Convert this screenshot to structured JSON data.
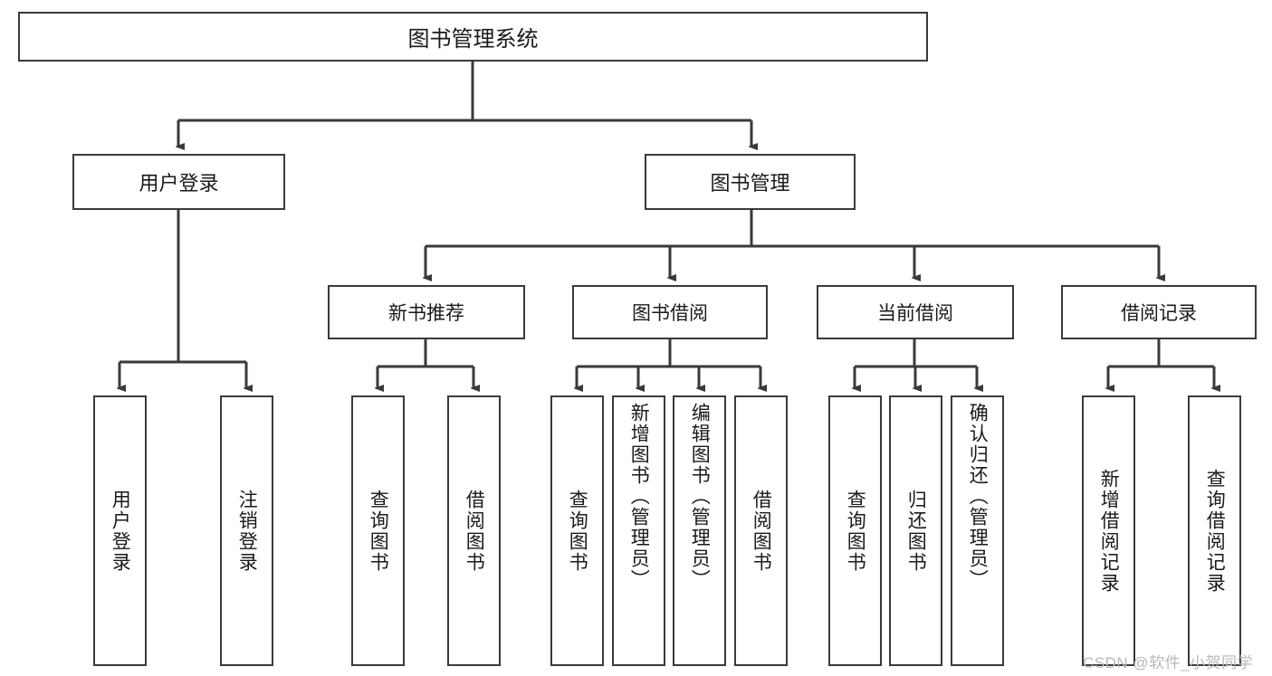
{
  "diagram": {
    "title": "图书管理系统",
    "type": "hierarchy-tree",
    "watermark": "CSDN @软件_小贺同学",
    "colors": {
      "box_border": "#3a3a3a",
      "box_fill": "#ffffff",
      "connector": "#3a3a3a",
      "text": "#1a1a1a",
      "watermark": "#b9b9b9",
      "background": "#ffffff"
    },
    "nodes": {
      "root": {
        "label": "图书管理系统"
      },
      "level1": [
        {
          "label": "用户登录"
        },
        {
          "label": "图书管理"
        }
      ],
      "level2": [
        {
          "label": "新书推荐"
        },
        {
          "label": "图书借阅"
        },
        {
          "label": "当前借阅"
        },
        {
          "label": "借阅记录"
        }
      ],
      "leaves": {
        "user_login": [
          {
            "label": "用户登录"
          },
          {
            "label": "注销登录"
          }
        ],
        "new_book_recommend": [
          {
            "label": "查询图书"
          },
          {
            "label": "借阅图书"
          }
        ],
        "book_borrow": [
          {
            "label": "查询图书"
          },
          {
            "label": "新增图书（管理员）"
          },
          {
            "label": "编辑图书（管理员）"
          },
          {
            "label": "借阅图书"
          }
        ],
        "current_borrow": [
          {
            "label": "查询图书"
          },
          {
            "label": "归还图书"
          },
          {
            "label": "确认归还（管理员）"
          }
        ],
        "borrow_record": [
          {
            "label": "新增借阅记录"
          },
          {
            "label": "查询借阅记录"
          }
        ]
      }
    }
  }
}
